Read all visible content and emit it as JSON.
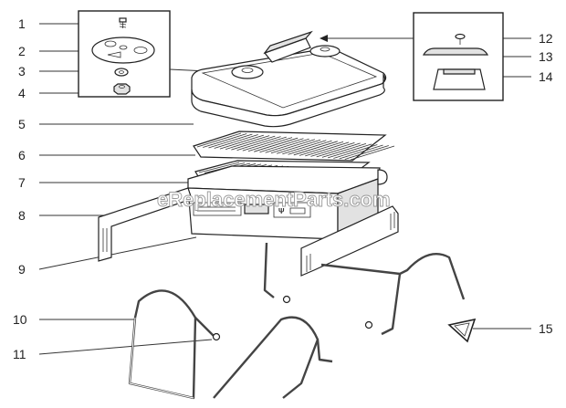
{
  "diagram": {
    "callouts": [
      {
        "id": "c1",
        "label": "1"
      },
      {
        "id": "c2",
        "label": "2"
      },
      {
        "id": "c3",
        "label": "3"
      },
      {
        "id": "c4",
        "label": "4"
      },
      {
        "id": "c5",
        "label": "5"
      },
      {
        "id": "c6",
        "label": "6"
      },
      {
        "id": "c7",
        "label": "7"
      },
      {
        "id": "c8",
        "label": "8"
      },
      {
        "id": "c9",
        "label": "9"
      },
      {
        "id": "c10",
        "label": "10"
      },
      {
        "id": "c11",
        "label": "11"
      },
      {
        "id": "c12",
        "label": "12"
      },
      {
        "id": "c13",
        "label": "13"
      },
      {
        "id": "c14",
        "label": "14"
      },
      {
        "id": "c15",
        "label": "15"
      }
    ],
    "watermark": "eReplacementParts.com"
  }
}
